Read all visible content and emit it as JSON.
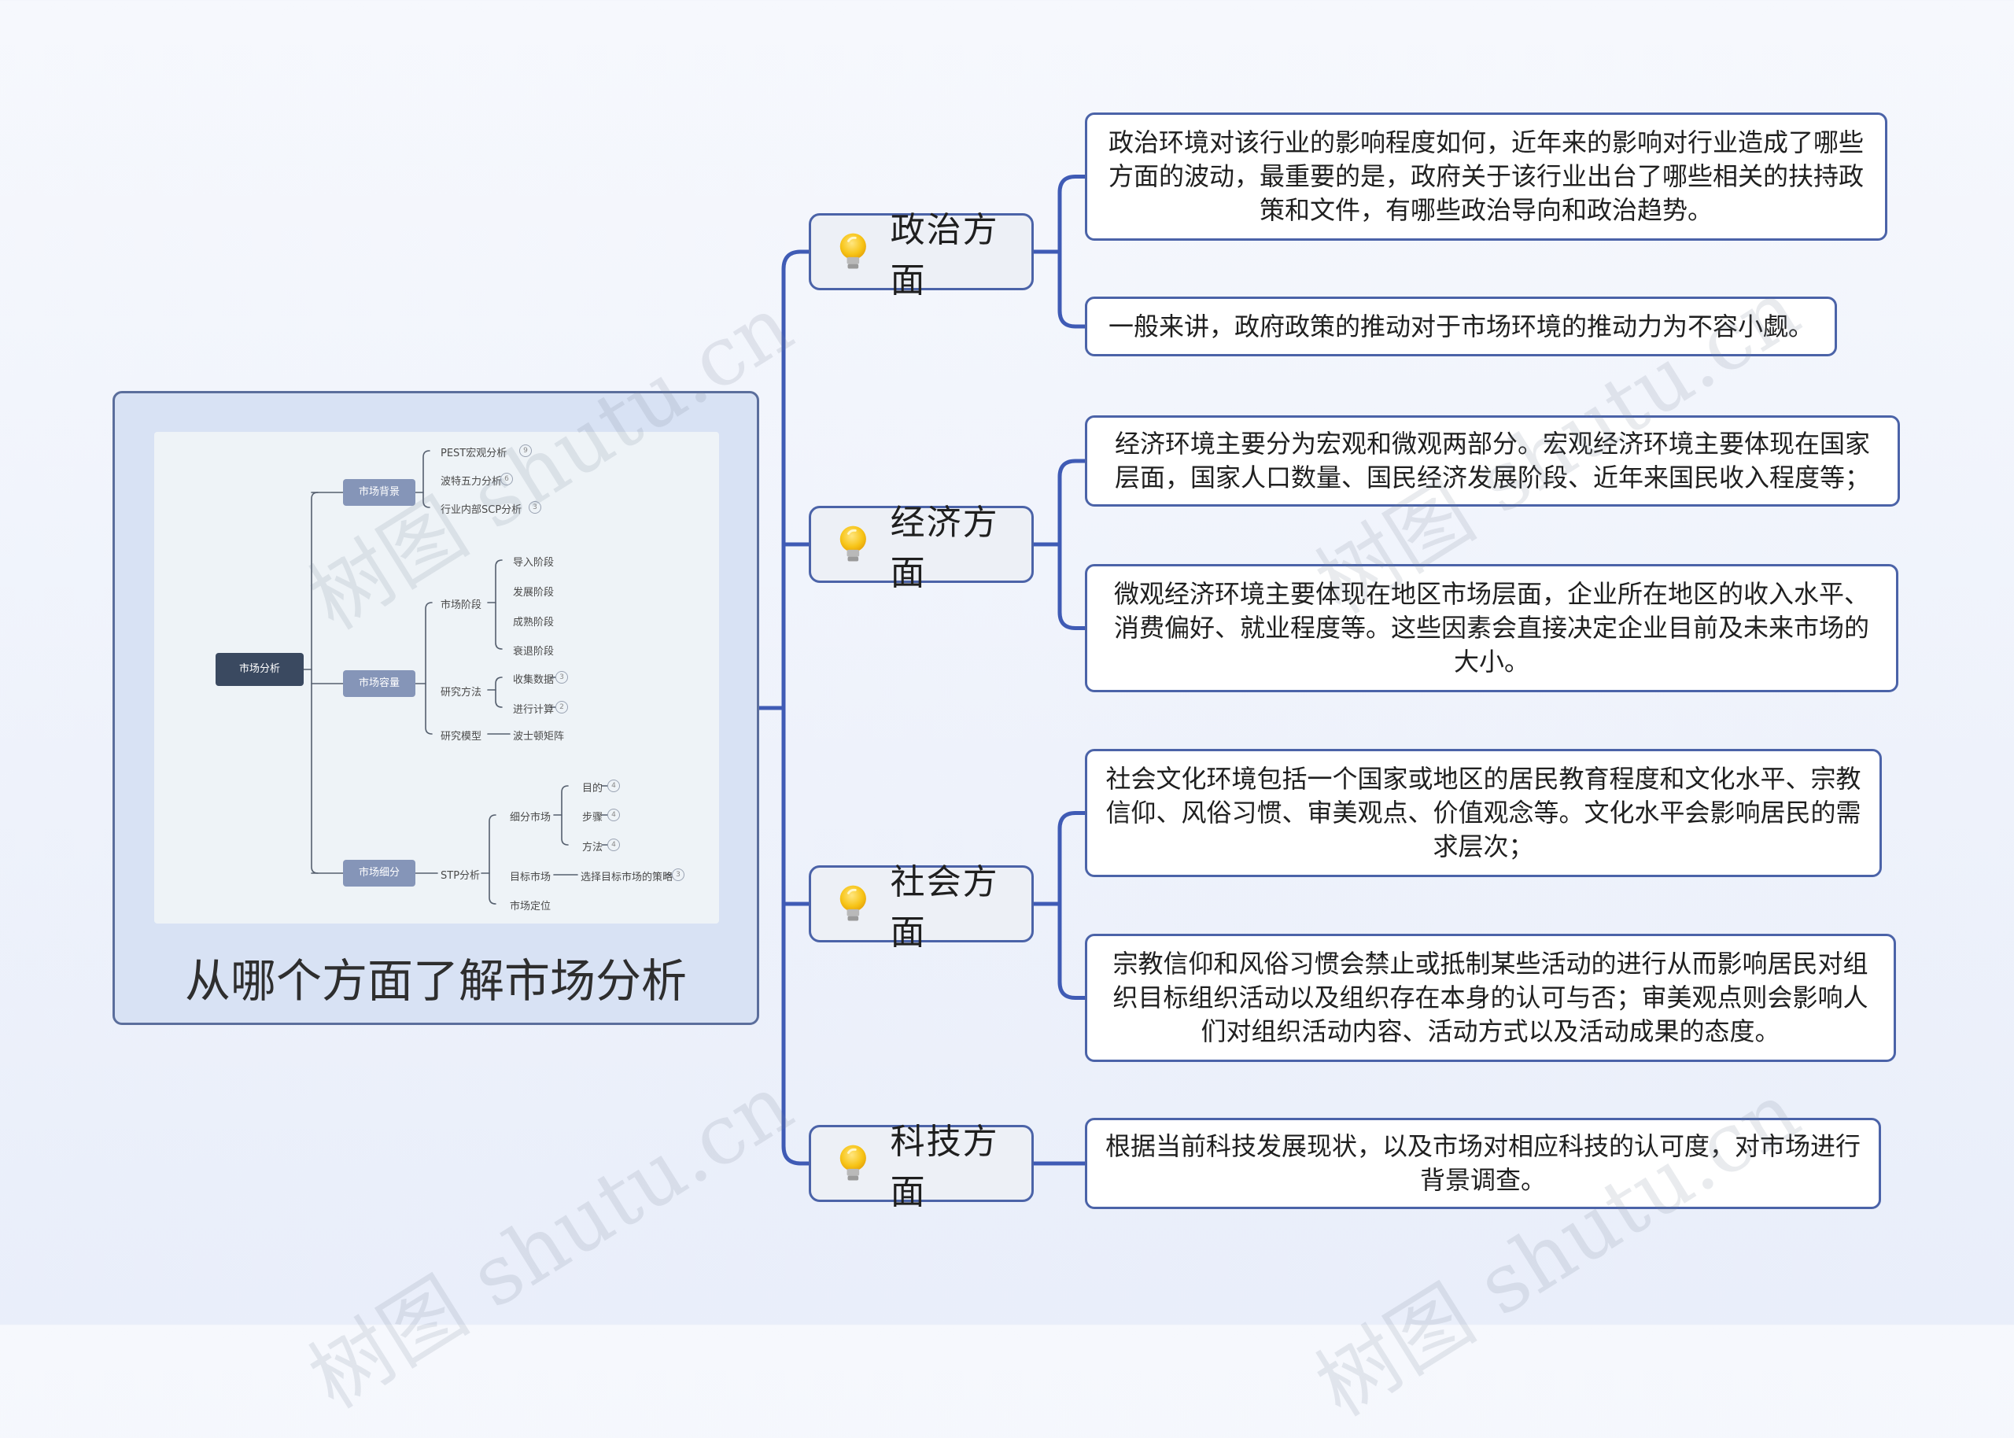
{
  "root": {
    "title": "从哪个方面了解市场分析",
    "preview": {
      "center": "市场分析",
      "groups": [
        {
          "label": "市场背景",
          "items": [
            {
              "text": "PEST宏观分析",
              "badge": "9"
            },
            {
              "text": "波特五力分析",
              "badge": "6"
            },
            {
              "text": "行业内部SCP分析",
              "badge": "3"
            }
          ]
        },
        {
          "label": "市场容量",
          "subs": [
            {
              "text": "市场阶段",
              "items": [
                {
                  "text": "导入阶段"
                },
                {
                  "text": "发展阶段"
                },
                {
                  "text": "成熟阶段"
                },
                {
                  "text": "衰退阶段"
                }
              ]
            },
            {
              "text": "研究方法",
              "items": [
                {
                  "text": "收集数据",
                  "badge": "3"
                },
                {
                  "text": "进行计算",
                  "badge": "2"
                }
              ]
            },
            {
              "text": "研究模型",
              "items": [
                {
                  "text": "波士顿矩阵"
                }
              ]
            }
          ]
        },
        {
          "label": "市场细分",
          "subs": [
            {
              "text": "STP分析",
              "children": [
                {
                  "text": "细分市场",
                  "items": [
                    {
                      "text": "目的",
                      "badge": "4"
                    },
                    {
                      "text": "步骤",
                      "badge": "4"
                    },
                    {
                      "text": "方法",
                      "badge": "4"
                    }
                  ]
                },
                {
                  "text": "目标市场",
                  "items": [
                    {
                      "text": "选择目标市场的策略",
                      "badge": "3"
                    }
                  ]
                },
                {
                  "text": "市场定位",
                  "items": []
                }
              ]
            }
          ]
        }
      ]
    }
  },
  "branches": [
    {
      "label": "政治方面",
      "icon": "lightbulb-icon",
      "leaves": [
        "政治环境对该行业的影响程度如何，近年来的影响对行业造成了哪些方面的波动，最重要的是，政府关于该行业出台了哪些相关的扶持政策和文件，有哪些政治导向和政治趋势。",
        "一般来讲，政府政策的推动对于市场环境的推动力为不容小觑。"
      ]
    },
    {
      "label": "经济方面",
      "icon": "lightbulb-icon",
      "leaves": [
        "经济环境主要分为宏观和微观两部分。宏观经济环境主要体现在国家层面，国家人口数量、国民经济发展阶段、近年来国民收入程度等；",
        "微观经济环境主要体现在地区市场层面，企业所在地区的收入水平、消费偏好、就业程度等。这些因素会直接决定企业目前及未来市场的大小。"
      ]
    },
    {
      "label": "社会方面",
      "icon": "lightbulb-icon",
      "leaves": [
        "社会文化环境包括一个国家或地区的居民教育程度和文化水平、宗教信仰、风俗习惯、审美观点、价值观念等。文化水平会影响居民的需求层次；",
        "宗教信仰和风俗习惯会禁止或抵制某些活动的进行从而影响居民对组织目标组织活动以及组织存在本身的认可与否；审美观点则会影响人们对组织活动内容、活动方式以及活动成果的态度。"
      ]
    },
    {
      "label": "科技方面",
      "icon": "lightbulb-icon",
      "leaves": [
        "根据当前科技发展现状，以及市场对相应科技的认可度，对市场进行背景调查。"
      ]
    }
  ],
  "watermark": "树图 shutu.cn",
  "colors": {
    "connector": "#3f5bb5",
    "branch_border": "#4b63a8",
    "root_fill": "#d8e2f4",
    "preview_dark": "#3a4960",
    "preview_mid": "#8595b8"
  }
}
